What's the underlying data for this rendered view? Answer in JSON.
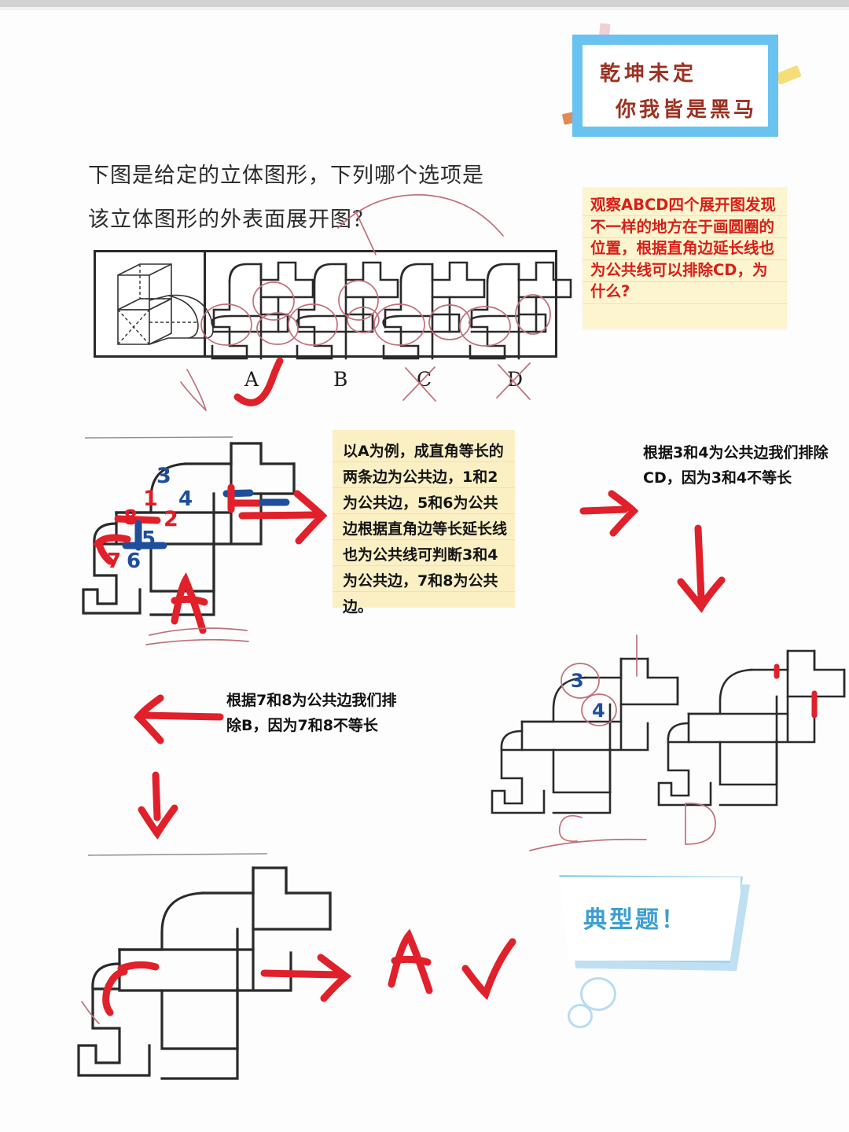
{
  "title_banner": {
    "line1": "乾坤未定",
    "line2": "你我皆是黑马"
  },
  "question": {
    "line1": "下图是给定的立体图形，下列哪个选项是",
    "line2": "该立体图形的外表面展开图？"
  },
  "options": {
    "labels": [
      "A",
      "B",
      "C",
      "D"
    ],
    "marks": {
      "A": "red-check",
      "B": "none",
      "C": "red-cross",
      "D": "red-cross"
    }
  },
  "notes": {
    "top_right": "观察ABCD四个展开图发现不一样的地方在于画圆圈的位置，根据直角边延长线也为公共线可以排除CD，为什么?",
    "middle": "以A为例，成直角等长的两条边为公共边，1和2为公共边，5和6为公共边根据直角边等长延长线也为公共线可判断3和4为公共边，7和8为公共边。"
  },
  "annotations": {
    "exclude_cd": "根据3和4为公共边我们排除CD，因为3和4不等长",
    "exclude_b": "根据7和8为公共边我们排除B，因为7和8不等长",
    "final_answer": "A",
    "final_check": "✓"
  },
  "edge_labels": {
    "main_net": [
      {
        "id": "3",
        "color": "#1f4e9c"
      },
      {
        "id": "1",
        "color": "#e01b24"
      },
      {
        "id": "4",
        "color": "#1f4e9c"
      },
      {
        "id": "2",
        "color": "#e01b24"
      },
      {
        "id": "8",
        "color": "#e01b24"
      },
      {
        "id": "5",
        "color": "#1f4e9c"
      },
      {
        "id": "7",
        "color": "#e01b24"
      },
      {
        "id": "6",
        "color": "#1f4e9c"
      }
    ],
    "net_34": [
      {
        "id": "3",
        "color": "#1f4e9c"
      },
      {
        "id": "4",
        "color": "#1f4e9c"
      }
    ]
  },
  "bubble": {
    "label": "典型题！"
  },
  "colors": {
    "banner_border": "#69c2ef",
    "banner_text": "#9b3122",
    "note_bg": "#fdf3c9",
    "note_red_text": "#d71f18",
    "marker_red": "#e0202a",
    "marker_blue": "#1f4e9c",
    "pen_red": "#c0707a",
    "bubble_blue": "#3d9fd0",
    "line_black": "#2a2a2a"
  }
}
